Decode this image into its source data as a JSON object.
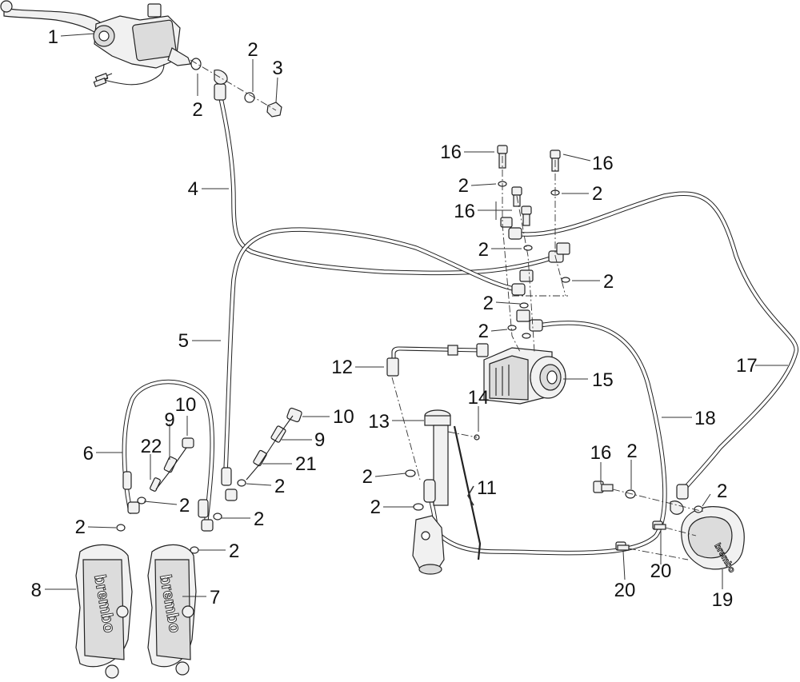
{
  "diagram": {
    "callouts": [
      {
        "id": "c-1",
        "text": "1"
      },
      {
        "id": "c-2a",
        "text": "2"
      },
      {
        "id": "c-2b",
        "text": "2"
      },
      {
        "id": "c-3",
        "text": "3"
      },
      {
        "id": "c-4",
        "text": "4"
      },
      {
        "id": "c-16a",
        "text": "16"
      },
      {
        "id": "c-16b",
        "text": "16"
      },
      {
        "id": "c-2c",
        "text": "2"
      },
      {
        "id": "c-2d",
        "text": "2"
      },
      {
        "id": "c-16c",
        "text": "16"
      },
      {
        "id": "c-2e",
        "text": "2"
      },
      {
        "id": "c-2f",
        "text": "2"
      },
      {
        "id": "c-2g",
        "text": "2"
      },
      {
        "id": "c-2h",
        "text": "2"
      },
      {
        "id": "c-5",
        "text": "5"
      },
      {
        "id": "c-12",
        "text": "12"
      },
      {
        "id": "c-15",
        "text": "15"
      },
      {
        "id": "c-17",
        "text": "17"
      },
      {
        "id": "c-14",
        "text": "14"
      },
      {
        "id": "c-10a",
        "text": "10"
      },
      {
        "id": "c-10b",
        "text": "10"
      },
      {
        "id": "c-13",
        "text": "13"
      },
      {
        "id": "c-18",
        "text": "18"
      },
      {
        "id": "c-9a",
        "text": "9"
      },
      {
        "id": "c-9b",
        "text": "9"
      },
      {
        "id": "c-6",
        "text": "6"
      },
      {
        "id": "c-22",
        "text": "22"
      },
      {
        "id": "c-21",
        "text": "21"
      },
      {
        "id": "c-16d",
        "text": "16"
      },
      {
        "id": "c-2i",
        "text": "2"
      },
      {
        "id": "c-2j",
        "text": "2"
      },
      {
        "id": "c-11",
        "text": "11"
      },
      {
        "id": "c-2k",
        "text": "2"
      },
      {
        "id": "c-2l",
        "text": "2"
      },
      {
        "id": "c-2m",
        "text": "2"
      },
      {
        "id": "c-2n",
        "text": "2"
      },
      {
        "id": "c-2o",
        "text": "2"
      },
      {
        "id": "c-2p",
        "text": "2"
      },
      {
        "id": "c-2q",
        "text": "2"
      },
      {
        "id": "c-20a",
        "text": "20"
      },
      {
        "id": "c-8",
        "text": "8"
      },
      {
        "id": "c-7",
        "text": "7"
      },
      {
        "id": "c-20b",
        "text": "20"
      },
      {
        "id": "c-19",
        "text": "19"
      }
    ],
    "caliper_logos": [
      "brembo",
      "brembo",
      "brembo"
    ]
  }
}
